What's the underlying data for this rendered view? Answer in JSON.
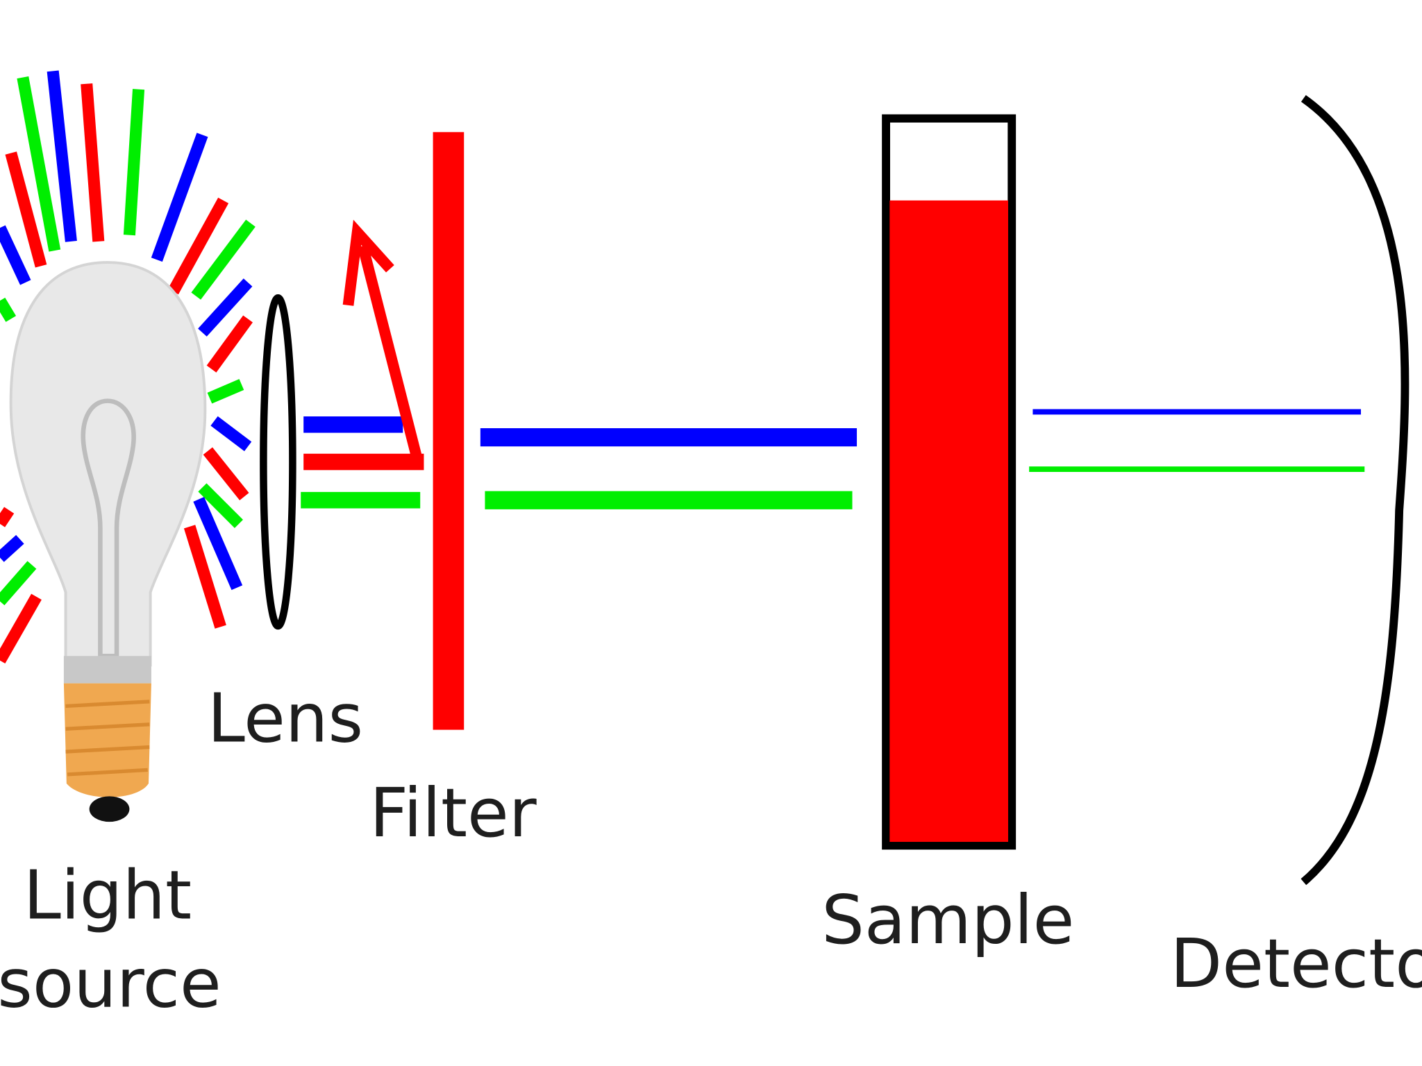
{
  "labels": {
    "light_source_line1": "Light",
    "light_source_line2": "source",
    "lens": "Lens",
    "filter": "Filter",
    "sample": "Sample",
    "detector": "Detector"
  },
  "colors": {
    "red": "#ff0000",
    "green": "#00ee00",
    "blue": "#0000ff",
    "black": "#000000",
    "bulb_glass": "#e6e6e6",
    "bulb_base": "#f0a850"
  }
}
